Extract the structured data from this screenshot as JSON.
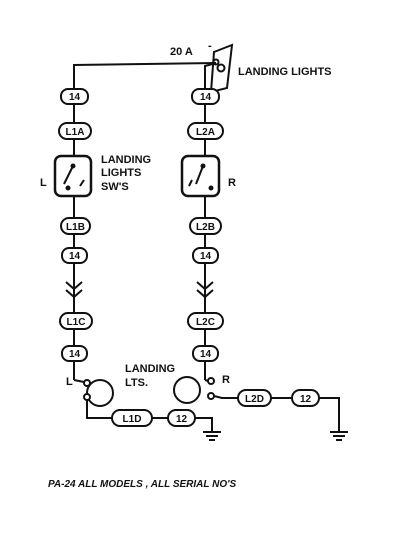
{
  "breaker": {
    "rating": "20 A",
    "dash": "-",
    "label": "LANDING LIGHTS"
  },
  "left_chain": {
    "top_gauge": "14",
    "wire_a": "L1A",
    "wire_b": "L1B",
    "gauge_b": "14",
    "wire_c": "L1C",
    "gauge_c": "14",
    "wire_d": "L1D",
    "gauge_d": "12"
  },
  "right_chain": {
    "top_gauge": "14",
    "wire_a": "L2A",
    "wire_b": "L2B",
    "gauge_b": "14",
    "wire_c": "L2C",
    "gauge_c": "14",
    "wire_d": "L2D",
    "gauge_d": "12"
  },
  "switch_label": {
    "line1": "LANDING",
    "line2": "LIGHTS",
    "line3": "SW'S"
  },
  "switch_left": "L",
  "switch_right": "R",
  "lamp_label": {
    "line1": "LANDING",
    "line2": "LTS."
  },
  "lamp_left": "L",
  "lamp_right": "R",
  "caption": "PA-24 ALL MODELS , ALL SERIAL NO'S"
}
